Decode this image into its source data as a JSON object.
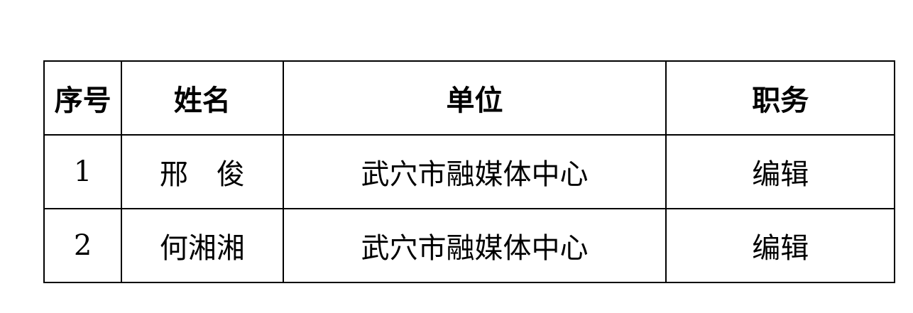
{
  "table": {
    "headers": [
      "序号",
      "姓名",
      "单位",
      "职务"
    ],
    "rows": [
      {
        "index": "1",
        "name": "邢　俊",
        "unit": "武穴市融媒体中心",
        "position": "编辑"
      },
      {
        "index": "2",
        "name": "何湘湘",
        "unit": "武穴市融媒体中心",
        "position": "编辑"
      }
    ]
  }
}
